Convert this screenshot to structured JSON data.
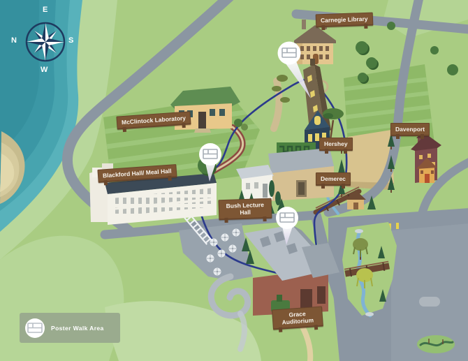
{
  "map": {
    "compass": {
      "top": "E",
      "right": "S",
      "bottom": "W",
      "left": "N"
    },
    "signs": [
      {
        "id": "carnegie-library",
        "label": "Carnegie Library"
      },
      {
        "id": "mcclintock-laboratory",
        "label": "McClintock Laboratory"
      },
      {
        "id": "davenport",
        "label": "Davenport"
      },
      {
        "id": "hershey",
        "label": "Hershey"
      },
      {
        "id": "demerec",
        "label": "Demerec"
      },
      {
        "id": "blackford-hall",
        "label": "Blackford Hall/ Meal Hall"
      },
      {
        "id": "bush-lecture-hall",
        "label": "Bush Lecture Hall"
      },
      {
        "id": "grace-auditorium",
        "label": "Grace Auditorium"
      }
    ],
    "legend": {
      "label": "Poster Walk Area",
      "icon": "poster-board-icon"
    },
    "markers": [
      {
        "id": "poster-walk-marker-1",
        "icon": "poster-board-icon"
      },
      {
        "id": "poster-walk-marker-2",
        "icon": "poster-board-icon"
      },
      {
        "id": "poster-walk-marker-3",
        "icon": "poster-board-icon"
      }
    ],
    "colors": {
      "water": "#459fab",
      "land": "#a9cc82",
      "road": "#8b96a2",
      "route": "#2b3a8c",
      "sign": "#7d5634",
      "sand": "#d8c38e",
      "legend_bg": "#9aab8e"
    }
  }
}
